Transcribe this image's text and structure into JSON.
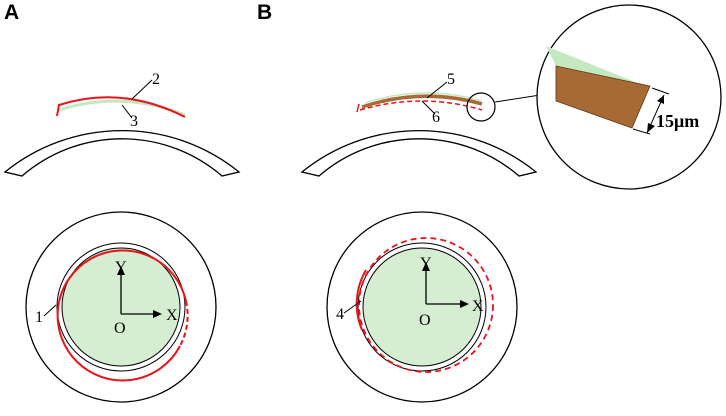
{
  "panels": {
    "a": {
      "letter": "A"
    },
    "b": {
      "letter": "B"
    }
  },
  "callouts": {
    "c1": "1",
    "c2": "2",
    "c3": "3",
    "c4": "4",
    "c5": "5",
    "c6": "6"
  },
  "axes": {
    "y": "Y",
    "x": "X",
    "origin": "O"
  },
  "zoom": {
    "thickness": "15μm"
  },
  "colors": {
    "outline": "#000000",
    "ring_fill": "#ffffff",
    "core_fill": "#d5eed2",
    "red": "#e8141c",
    "film_fill": "#a86a35",
    "film_green": "#c4e8c0"
  }
}
